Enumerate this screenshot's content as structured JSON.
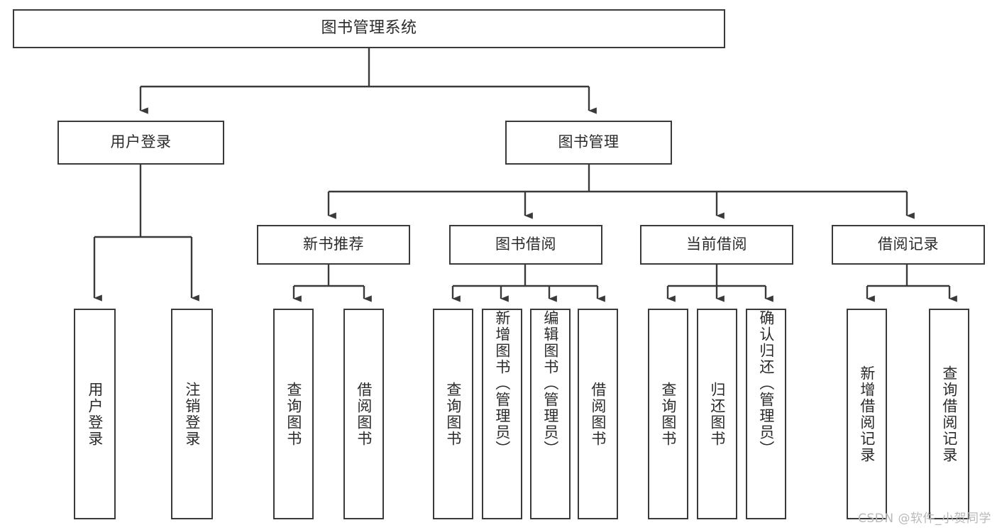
{
  "diagram": {
    "type": "tree",
    "title": "图书管理系统",
    "watermark": "CSDN @软件_小贺同学",
    "colors": {
      "box_border": "#3a3a3a",
      "box_fill": "#ffffff",
      "edge": "#3a3a3a",
      "text": "#2b2b2b",
      "watermark": "#b9b9b9"
    },
    "nodes": {
      "root": {
        "label": "图书管理系统"
      },
      "level2": [
        {
          "label": "用户登录"
        },
        {
          "label": "图书管理"
        }
      ],
      "level3": [
        {
          "label": "新书推荐"
        },
        {
          "label": "图书借阅"
        },
        {
          "label": "当前借阅"
        },
        {
          "label": "借阅记录"
        }
      ],
      "leaves": {
        "user_login": [
          {
            "label": "用户登录"
          },
          {
            "label": "注销登录"
          }
        ],
        "new_book_recommend": [
          {
            "label": "查询图书"
          },
          {
            "label": "借阅图书"
          }
        ],
        "book_borrow": [
          {
            "label": "查询图书"
          },
          {
            "label": "新增图书（管理员）"
          },
          {
            "label": "编辑图书（管理员）"
          },
          {
            "label": "借阅图书"
          }
        ],
        "current_borrow": [
          {
            "label": "查询图书"
          },
          {
            "label": "归还图书"
          },
          {
            "label": "确认归还（管理员）"
          }
        ],
        "borrow_record": [
          {
            "label": "新增借阅记录"
          },
          {
            "label": "查询借阅记录"
          }
        ]
      }
    }
  }
}
